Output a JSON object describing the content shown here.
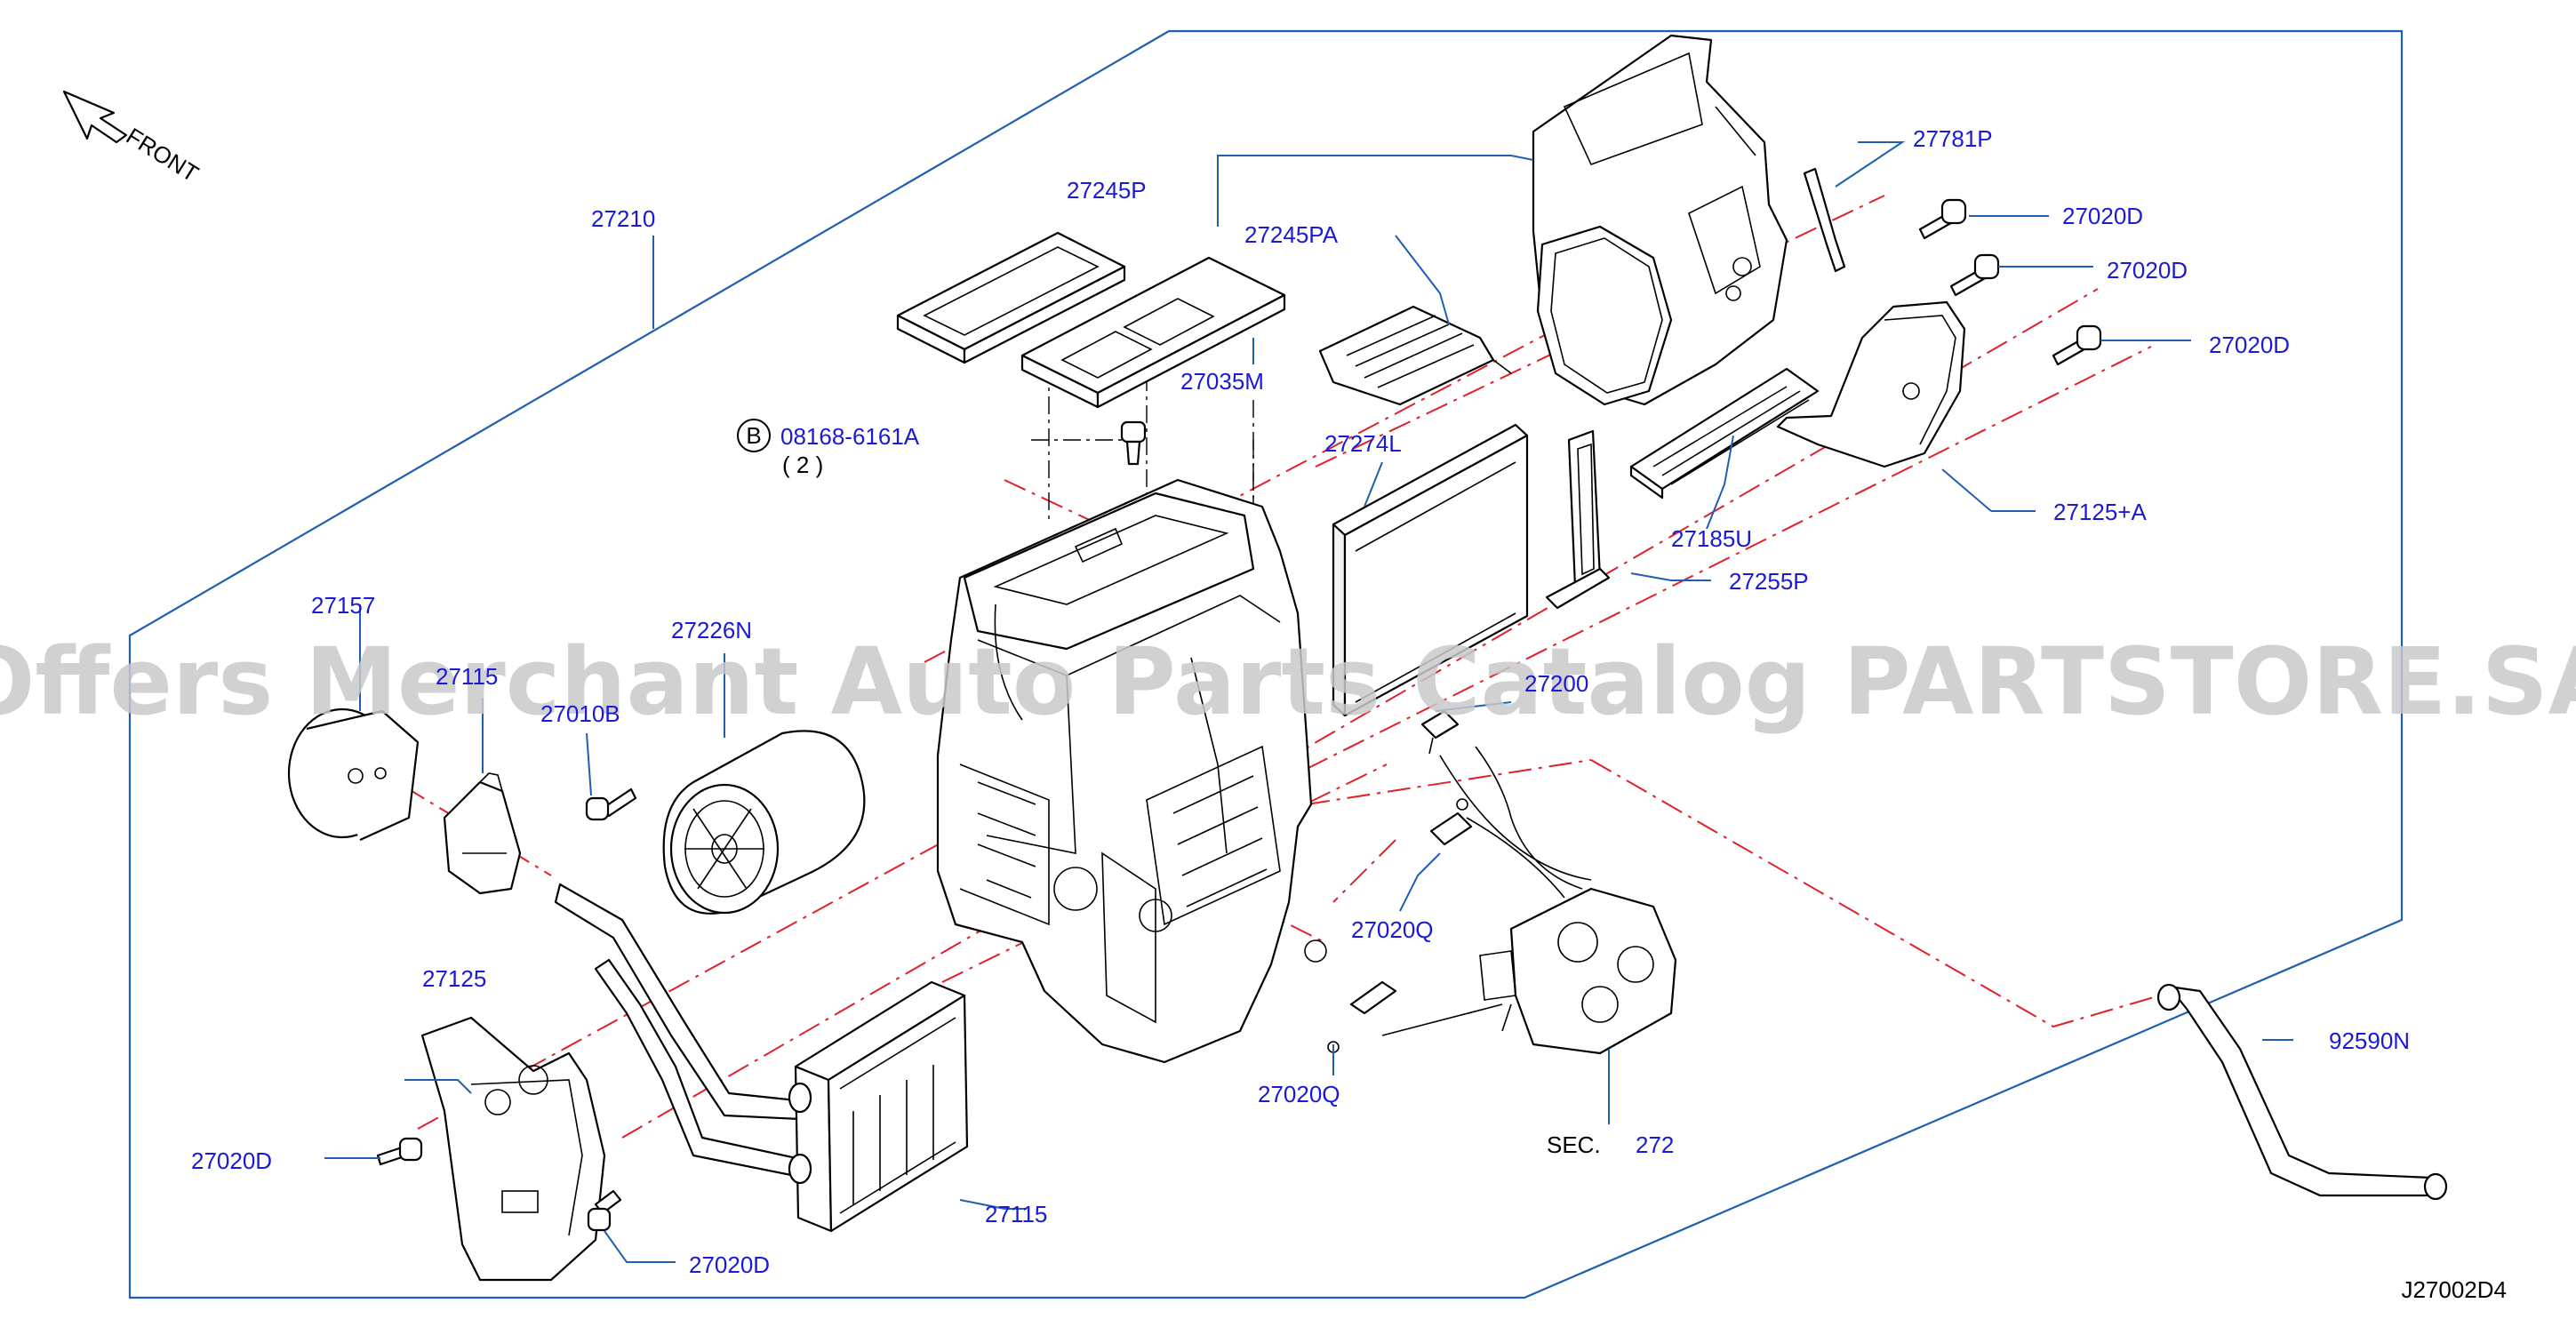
{
  "orientation": {
    "label": "FRONT"
  },
  "diagram_code": "J27002D4",
  "watermark": "Offers Merchant Auto Parts Catalog PARTSTORE.SA",
  "bolt_note": {
    "symbol": "B",
    "part": "08168-6161A",
    "qty": "( 2 )"
  },
  "section_ref": {
    "prefix": "SEC.",
    "number": "272"
  },
  "colors": {
    "label": "#1a1ad6",
    "leader": "#1f5fb0",
    "axis": "#e0202a"
  },
  "part_labels": {
    "p27210": "27210",
    "p27245P": "27245P",
    "p27245PA": "27245PA",
    "p27035M": "27035M",
    "p27274L": "27274L",
    "p27781P": "27781P",
    "p27020D_a": "27020D",
    "p27020D_b": "27020D",
    "p27020D_c": "27020D",
    "p27125A": "27125+A",
    "p27185U": "27185U",
    "p27255P": "27255P",
    "p27157": "27157",
    "p27115x": "27115",
    "p27226N": "27226N",
    "p27010B": "27010B",
    "p27200": "27200",
    "p27020Q_a": "27020Q",
    "p27020Q_b": "27020Q",
    "p27125": "27125",
    "p27020D_d": "27020D",
    "p27020D_e": "27020D",
    "p27115": "27115",
    "p92590N": "92590N"
  }
}
